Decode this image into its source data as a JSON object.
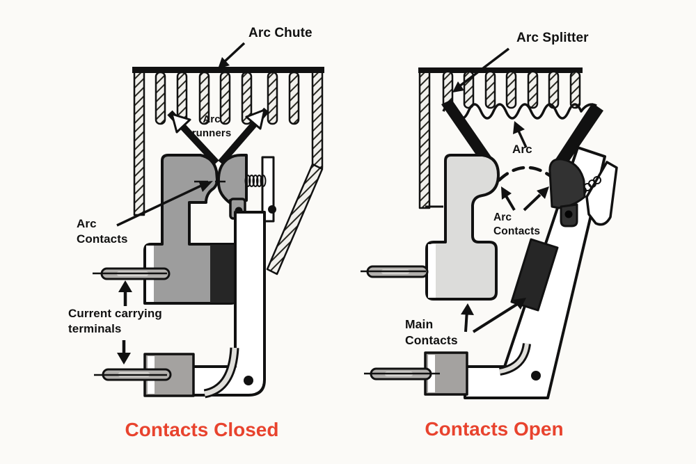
{
  "colors": {
    "background": "#fbfaf7",
    "line": "#111111",
    "caption_red": "#e8432e",
    "contact_gray": "#9d9d9d",
    "contact_light_gray": "#dcdcda",
    "dark_contact": "#323232",
    "terminal_gray": "#b3b1ae"
  },
  "left_diagram": {
    "labels": {
      "arc_chute": "Arc Chute",
      "arc_runners": "Arc\nrunners",
      "arc_contacts": "Arc\nContacts",
      "current_carrying_terminals": "Current carrying\nterminals"
    },
    "caption": "Contacts Closed"
  },
  "right_diagram": {
    "labels": {
      "arc_splitter": "Arc Splitter",
      "arc": "Arc",
      "arc_contacts": "Arc\nContacts",
      "main_contacts": "Main\nContacts"
    },
    "caption": "Contacts Open"
  }
}
